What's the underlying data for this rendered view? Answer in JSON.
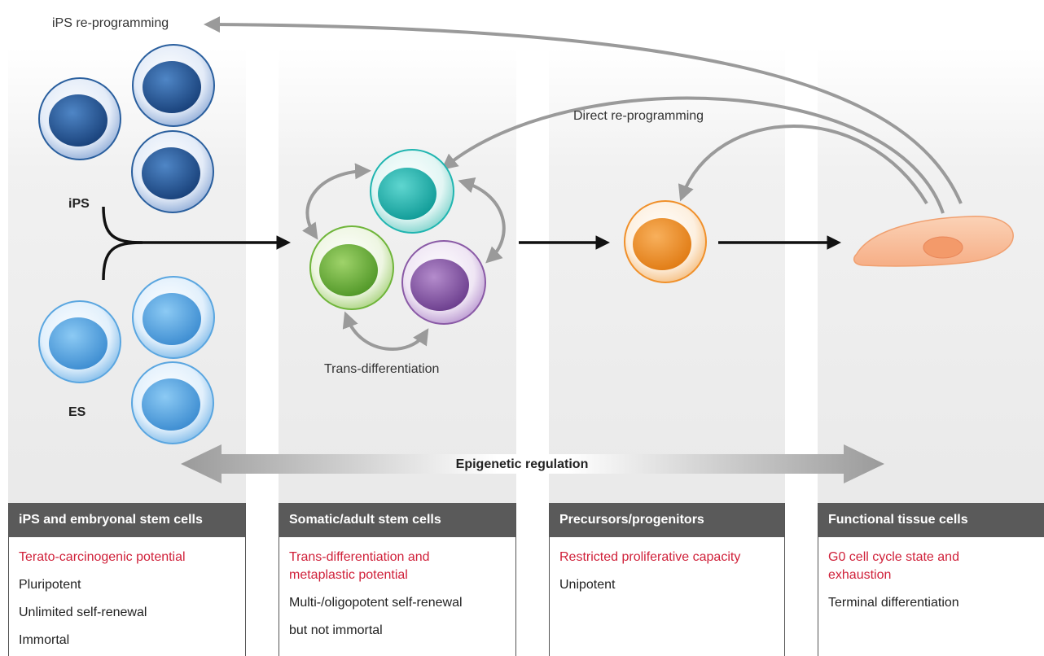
{
  "labels": {
    "ips_reprogramming": "iPS re-programming",
    "direct_reprogramming": "Direct re-programming",
    "trans_differentiation": "Trans-differentiation",
    "ips": "iPS",
    "es": "ES",
    "epigenetic": "Epigenetic regulation"
  },
  "colors": {
    "ips_cell": "#2a5f9e",
    "es_cell": "#5aa6e0",
    "teal_cell": "#20b5b0",
    "green_cell": "#6fb53a",
    "purple_cell": "#8a5aa6",
    "orange_cell": "#f0902a",
    "tissue_cell": "#f6b48a",
    "red_text": "#d0213a"
  },
  "columns": [
    {
      "header": "iPS and embryonal stem cells",
      "red": "Terato-carcinogenic potential",
      "items": [
        "Pluripotent",
        "Unlimited self-renewal",
        "Immortal"
      ]
    },
    {
      "header": "Somatic/adult stem cells",
      "red": "Trans-differentiation and metaplastic potential",
      "items": [
        "Multi-/oligopotent self-renewal",
        "but not immortal"
      ]
    },
    {
      "header": "Precursors/progenitors",
      "red": "Restricted proliferative capacity",
      "items": [
        "Unipotent"
      ]
    },
    {
      "header": "Functional tissue cells",
      "red": "G0 cell cycle state and exhaustion",
      "items": [
        "Terminal differentiation"
      ]
    }
  ]
}
